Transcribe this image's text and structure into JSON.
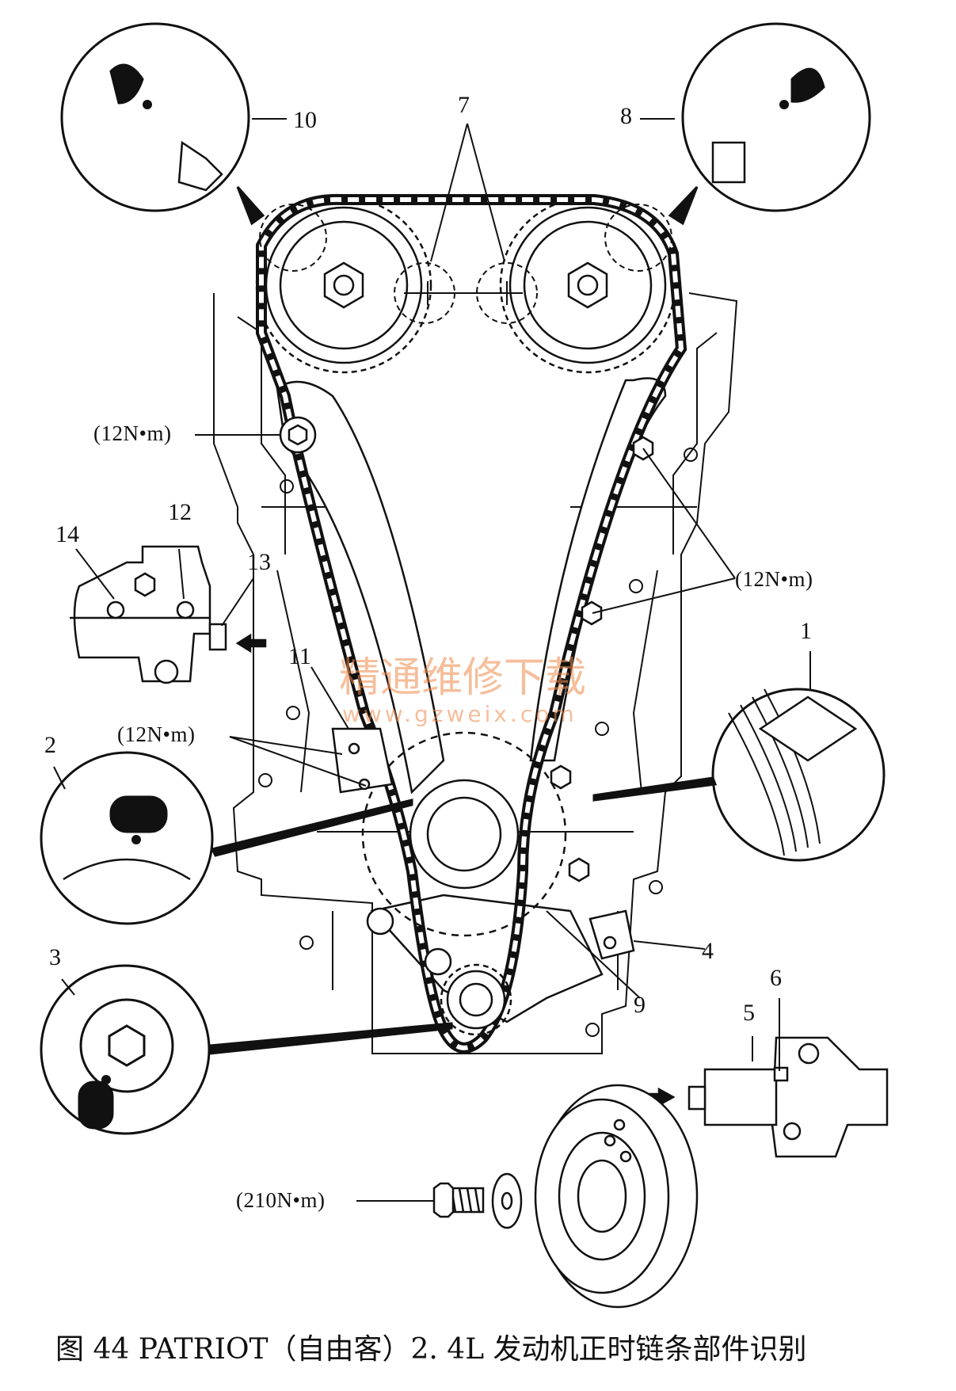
{
  "diagram": {
    "part_labels": [
      "1",
      "2",
      "3",
      "4",
      "5",
      "6",
      "7",
      "8",
      "9",
      "10",
      "11",
      "12",
      "13",
      "14"
    ],
    "torque_labels": [
      "(12N•m)",
      "(12N•m)",
      "(12N•m)",
      "(210N•m)"
    ],
    "watermark": {
      "cn": "精通维修下载",
      "url": "www.gzweix.com"
    }
  },
  "caption": "图 44   PATRIOT（自由客）2. 4L 发动机正时链条部件识别",
  "colors": {
    "ink": "#111111",
    "watermark": "#f08a4a",
    "background": "#ffffff"
  }
}
